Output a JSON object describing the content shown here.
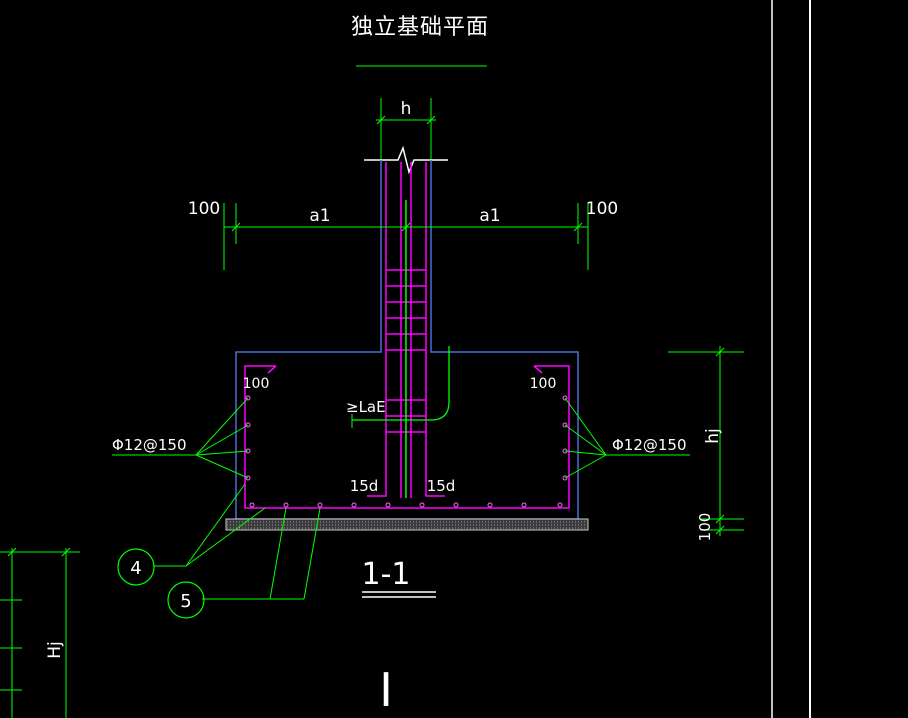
{
  "drawing": {
    "title": "独立基础平面",
    "section_label": "1-1",
    "section_label_bottom": "I"
  },
  "dimensions": {
    "column_width": "h",
    "left_offset": "100",
    "right_offset": "100",
    "left_half": "a1",
    "right_half": "a1",
    "footing_height": "hj",
    "cushion": "100",
    "left_cover": "100",
    "right_cover": "100",
    "anchorage": "≥LaE",
    "hook_left": "15d",
    "hook_right": "15d",
    "left_edge_h": "Hj"
  },
  "rebar": {
    "left_spec": "Φ12@150",
    "right_spec": "Φ12@150"
  },
  "callouts": [
    "4",
    "5"
  ],
  "colors": {
    "background": "#000000",
    "dimension": "#00ff00",
    "rebar": "#ff00ff",
    "outline": "#4a6fd8",
    "text": "#ffffff",
    "frame": "#ffffff"
  }
}
